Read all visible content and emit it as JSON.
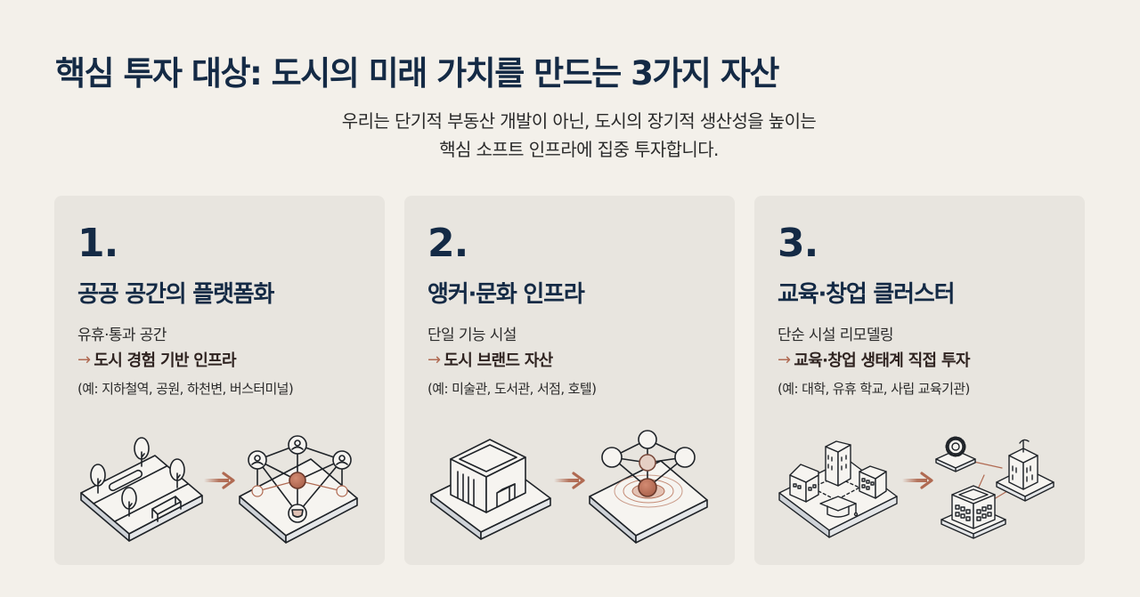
{
  "header": {
    "title": "핵심 투자 대상: 도시의 미래 가치를 만드는 3가지 자산",
    "subtitle_lines": [
      "우리는 단기적 부동산 개발이 아닌, 도시의 장기적 생산성을 높이는",
      "핵심 소프트 인프라에 집중 투자합니다."
    ]
  },
  "colors": {
    "background": "#f3f0ea",
    "card": "#e8e5df",
    "title": "#142a45",
    "accent": "#b06a52",
    "emphasis_text": "#2f2320"
  },
  "cards": [
    {
      "number": "1.",
      "title": "공공 공간의 플랫폼화",
      "from": "유휴·통과 공간",
      "arrow": "→",
      "to": "도시 경험 기반 인프라",
      "examples": "(예: 지하철역, 공원, 하천변, 버스터미널)",
      "illustration": {
        "before_icon": "park-block-icon",
        "transition_icon": "arrow-right-icon",
        "after_icon": "community-network-icon"
      }
    },
    {
      "number": "2.",
      "title": "앵커·문화 인프라",
      "from": "단일 기능 시설",
      "arrow": "→",
      "to": "도시 브랜드 자산",
      "examples": "(예: 미술관, 도서관, 서점, 호텔)",
      "illustration": {
        "before_icon": "single-building-icon",
        "transition_icon": "arrow-right-icon",
        "after_icon": "anchor-hub-network-icon"
      }
    },
    {
      "number": "3.",
      "title": "교육·창업 클러스터",
      "from": "단순 시설 리모델링",
      "arrow": "→",
      "to": "교육·창업 생태계 직접 투자",
      "examples": "(예: 대학, 유휴 학교, 사립 교육기관)",
      "illustration": {
        "before_icon": "campus-buildings-icon",
        "transition_icon": "arrow-right-icon",
        "after_icon": "startup-ecosystem-icon"
      }
    }
  ]
}
